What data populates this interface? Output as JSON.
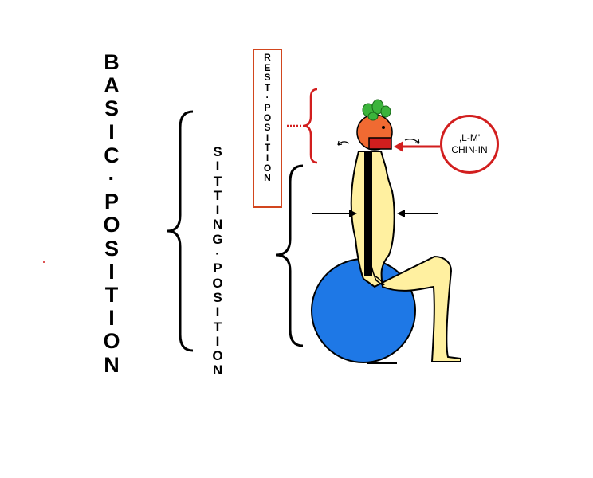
{
  "basic_position": "BASIC·POSITION",
  "sitting_position": "SITTING·POSITION",
  "rest_position": "REST·POSITION",
  "lm_label": ",L-M'",
  "chin_in_label": "CHIN-IN",
  "colors": {
    "ball": "#1e78e6",
    "body": "#fff0a0",
    "head": "#f06a32",
    "leaves": "#3cb43c",
    "accent_red": "#d21e1e",
    "box_border": "#d2461e"
  },
  "icons": [
    "balance-ball-icon",
    "seated-figure-icon",
    "spine-icon",
    "chin-arrow-icon"
  ]
}
